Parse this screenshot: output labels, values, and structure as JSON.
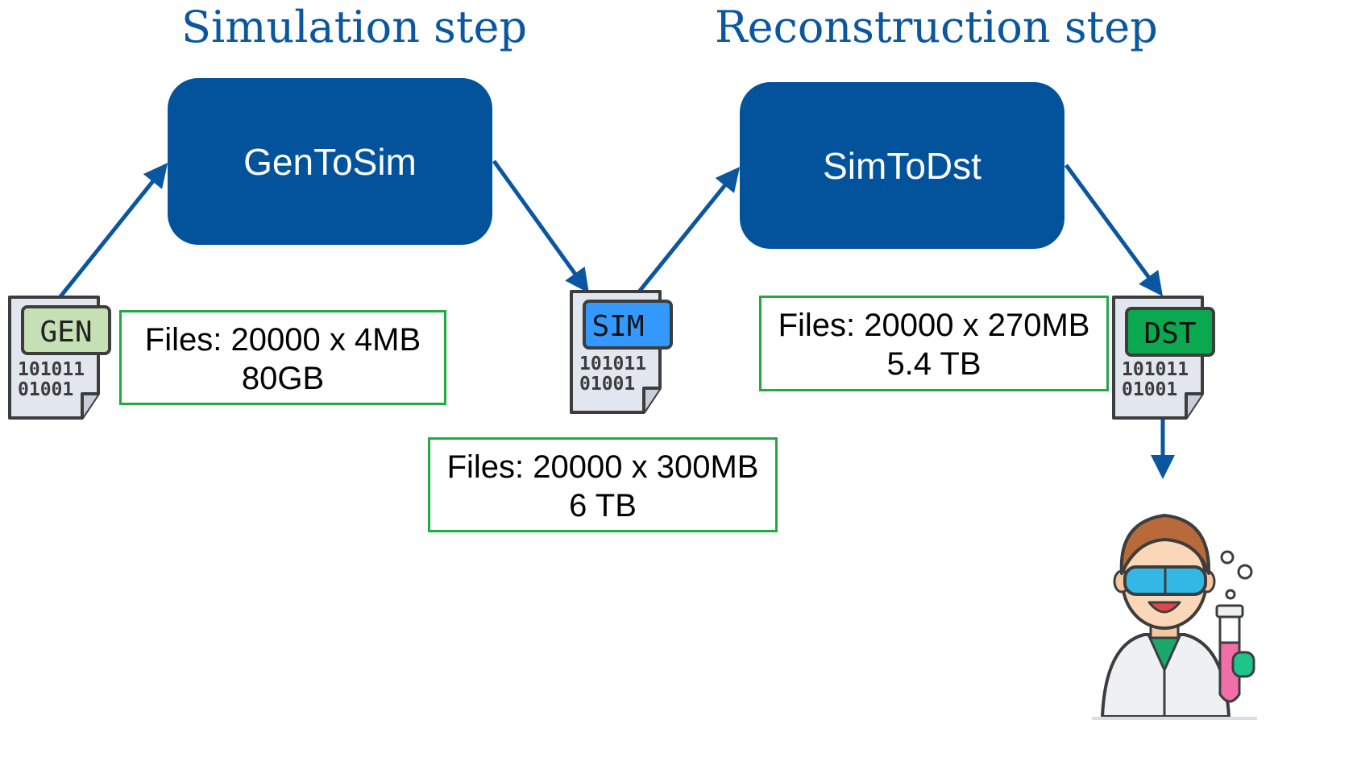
{
  "steps": {
    "simulation_title": "Simulation step",
    "reconstruction_title": "Reconstruction step"
  },
  "processes": {
    "gen_to_sim": "GenToSim",
    "sim_to_dst": "SimToDst"
  },
  "files": {
    "gen": {
      "label": "GEN",
      "bits_line1": "101011",
      "bits_line2": "01001",
      "tag_color": "#c5e0b4"
    },
    "sim": {
      "label": "SIM",
      "bits_line1": "101011",
      "bits_line2": "01001",
      "tag_color": "#3399ff"
    },
    "dst": {
      "label": "DST",
      "bits_line1": "101011",
      "bits_line2": "01001",
      "tag_color": "#0aa84f"
    }
  },
  "info": {
    "gen": {
      "line1": "Files: 20000 x 4MB",
      "line2": "80GB"
    },
    "sim": {
      "line1": "Files: 20000 x 300MB",
      "line2": "6 TB"
    },
    "dst": {
      "line1": "Files: 20000 x 270MB",
      "line2": "5.4 TB"
    }
  },
  "colors": {
    "process_fill": "#02539c",
    "arrow": "#0a56a0",
    "info_border": "#1faa44",
    "title": "#0a56a0"
  },
  "icons": {
    "end_user": "scientist-icon"
  }
}
